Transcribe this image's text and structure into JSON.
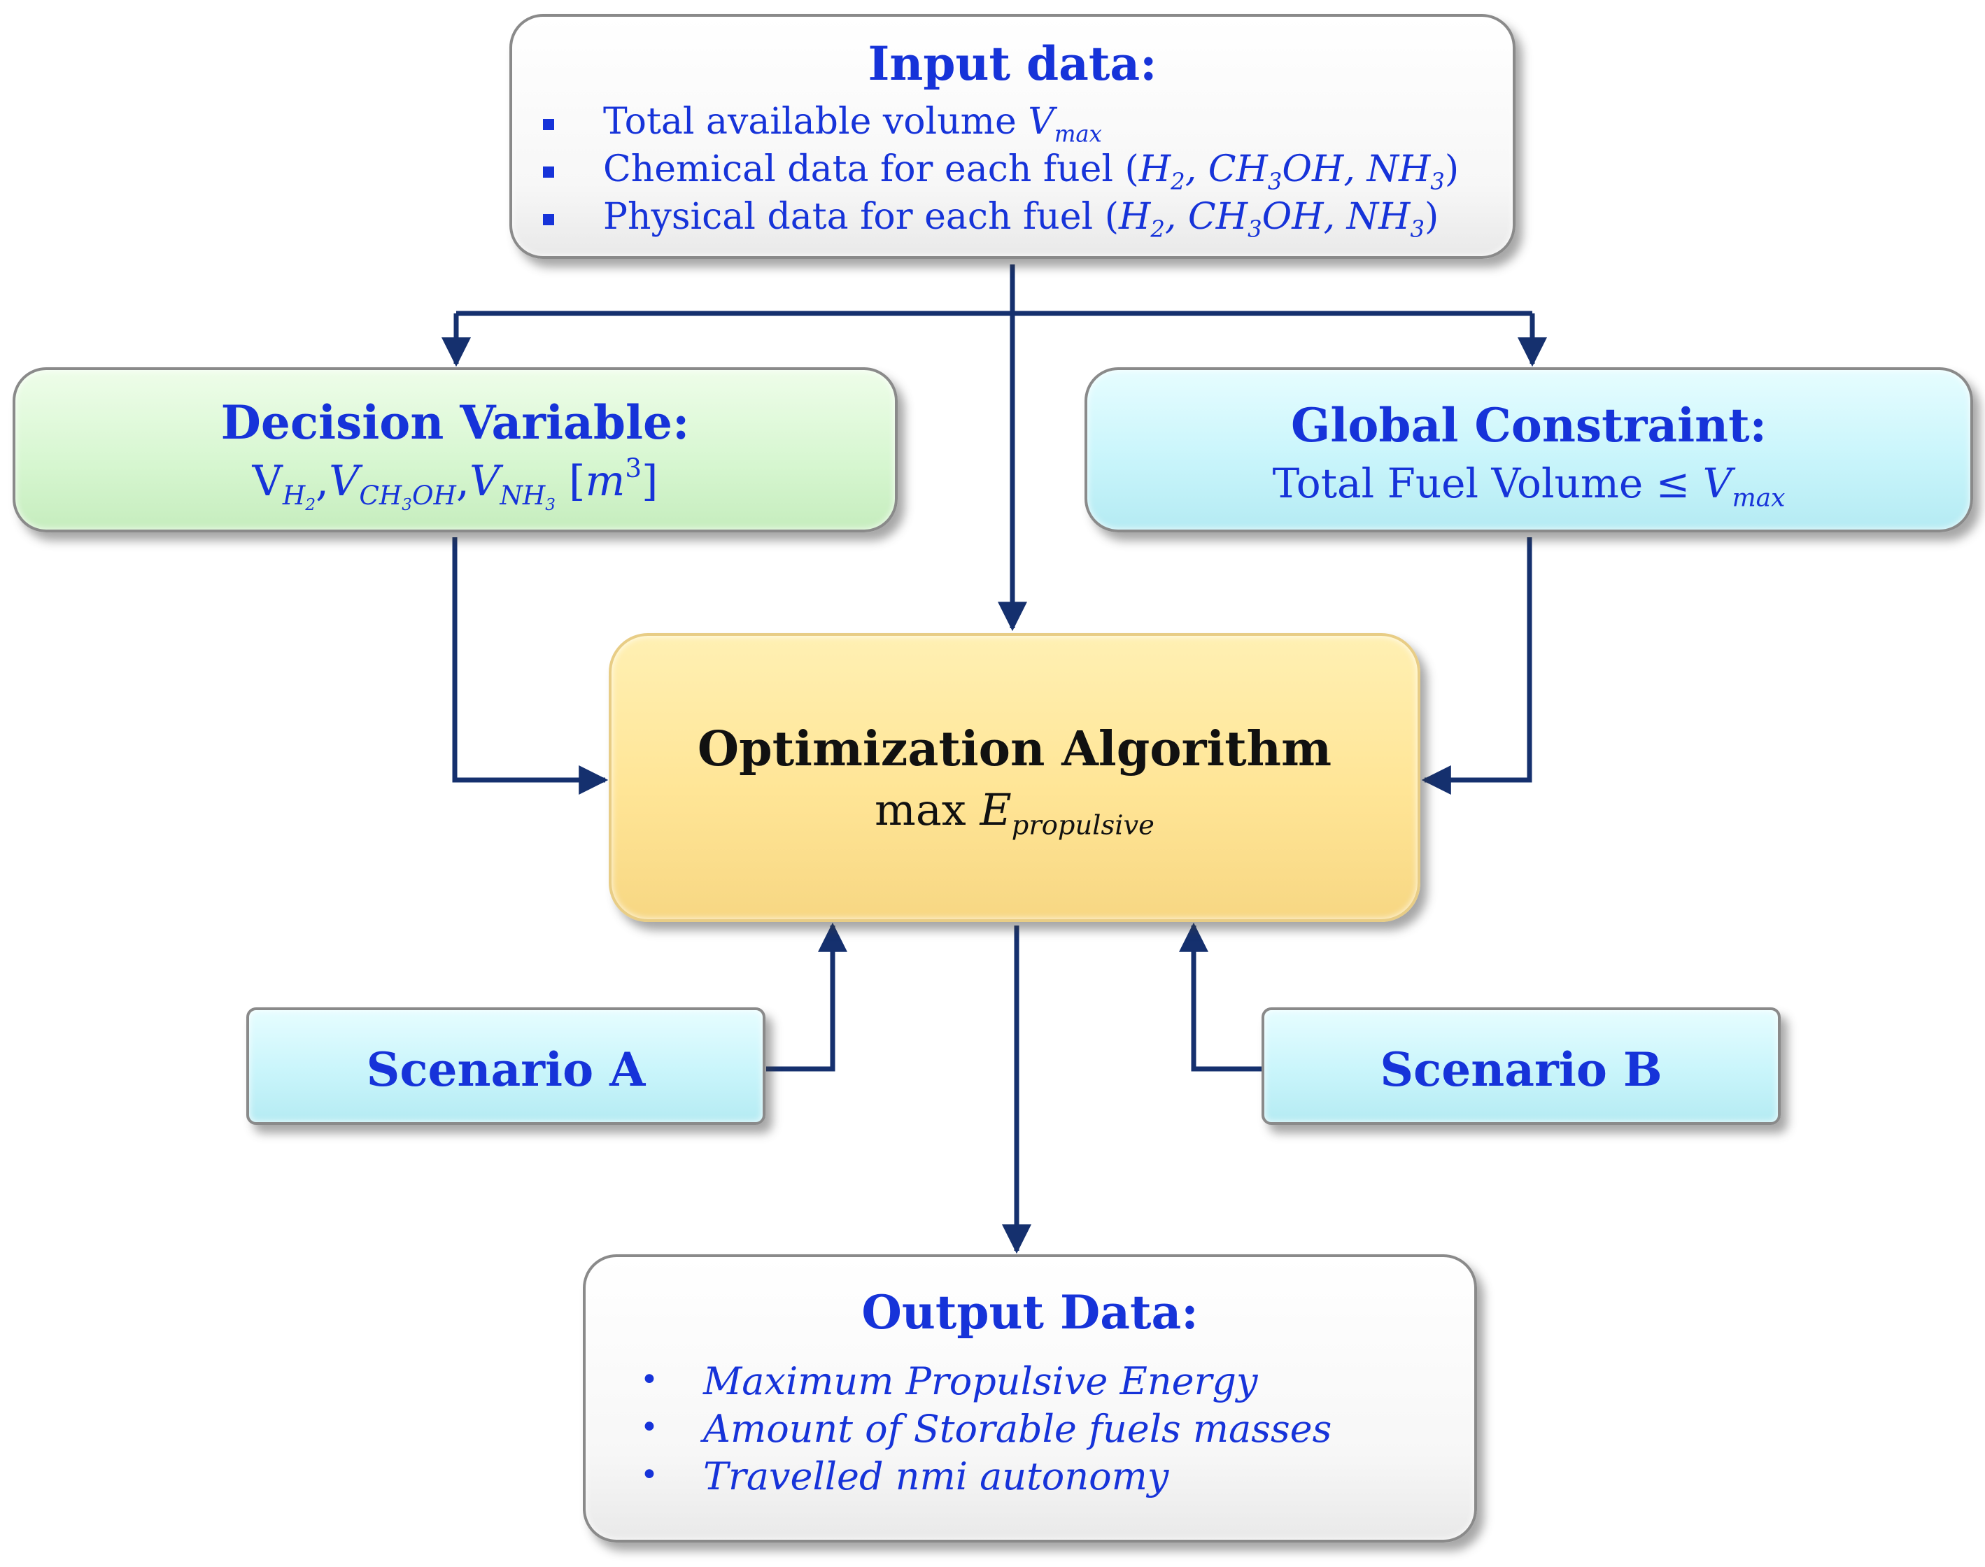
{
  "input_box": {
    "title": "Input data:",
    "items": [
      {
        "text": "Total available volume ",
        "math": "V",
        "sub": "max"
      },
      {
        "text": "Chemical data for each fuel (",
        "fuels": "H2, CH3OH, NH3",
        "close": ")"
      },
      {
        "text": "Physical data for each fuel (",
        "fuels": "H2, CH3OH, NH3",
        "close": ")"
      }
    ]
  },
  "decision_box": {
    "title": "Decision Variable:",
    "line_prefix": "V",
    "sub1": "H",
    "sub1_sub": "2",
    "sep": ",",
    "v2": "V",
    "sub2": "CH",
    "sub2_a": "3",
    "sub2_b": "OH",
    "v3": "V",
    "sub3": "NH",
    "sub3_sub": "3",
    "unit_open": "[",
    "unit": "m",
    "unit_sup": "3",
    "unit_close": "]"
  },
  "constraint_box": {
    "title": "Global Constraint:",
    "text": "Total Fuel Volume ≤ ",
    "math": "V",
    "sub": "max"
  },
  "algorithm_box": {
    "title": "Optimization Algorithm",
    "prefix": "max ",
    "math": "E",
    "sub": "propulsive"
  },
  "scenario_a": {
    "label": "Scenario A"
  },
  "scenario_b": {
    "label": "Scenario B"
  },
  "output_box": {
    "title": "Output Data:",
    "items": [
      "Maximum Propulsive Energy",
      "Amount of Storable fuels masses",
      "Travelled nmi autonomy"
    ]
  },
  "colors": {
    "arrow": "#15306e",
    "text": "#1633d9",
    "title_dark": "#111111"
  }
}
